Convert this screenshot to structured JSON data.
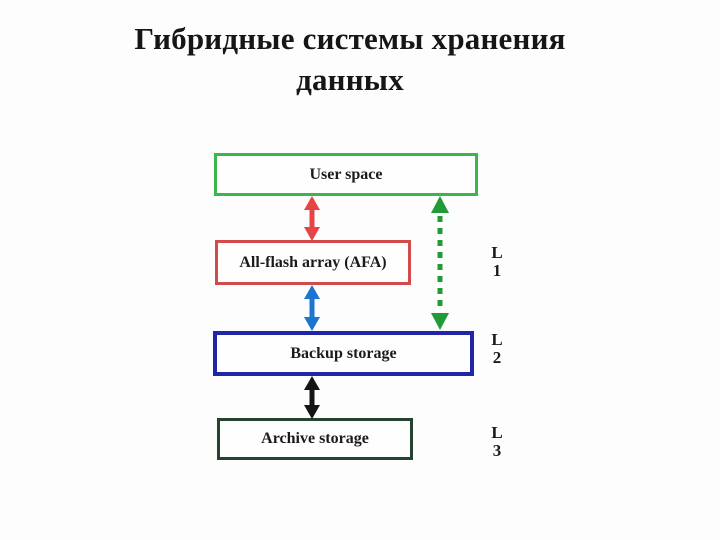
{
  "title": {
    "line1": "Гибридные системы хранения",
    "line2": "данных"
  },
  "diagram": {
    "boxes": [
      {
        "id": "user-space",
        "label": "User space",
        "border_color": "#3cb54a"
      },
      {
        "id": "all-flash-array",
        "label": "All-flash array (AFA)",
        "border_color": "#d24a4a"
      },
      {
        "id": "backup-storage",
        "label": "Backup storage",
        "border_color": "#2126a8"
      },
      {
        "id": "archive-storage",
        "label": "Archive storage",
        "border_color": "#26432f"
      }
    ],
    "arrows": [
      {
        "id": "user-space-afa",
        "from": "user-space",
        "to": "all-flash-array",
        "direction": "both",
        "style": "solid",
        "color": "#e54545"
      },
      {
        "id": "afa-backup-storage",
        "from": "all-flash-array",
        "to": "backup-storage",
        "direction": "both",
        "style": "solid",
        "color": "#1d75cf"
      },
      {
        "id": "backup-archive-storage",
        "from": "backup-storage",
        "to": "archive-storage",
        "direction": "both",
        "style": "solid",
        "color": "#141414"
      },
      {
        "id": "user-space-backup",
        "from": "user-space",
        "to": "backup-storage",
        "direction": "both",
        "style": "dashed",
        "color": "#219a38"
      }
    ],
    "levels": [
      {
        "letter": "L",
        "number": "1"
      },
      {
        "letter": "L",
        "number": "2"
      },
      {
        "letter": "L",
        "number": "3"
      }
    ]
  }
}
